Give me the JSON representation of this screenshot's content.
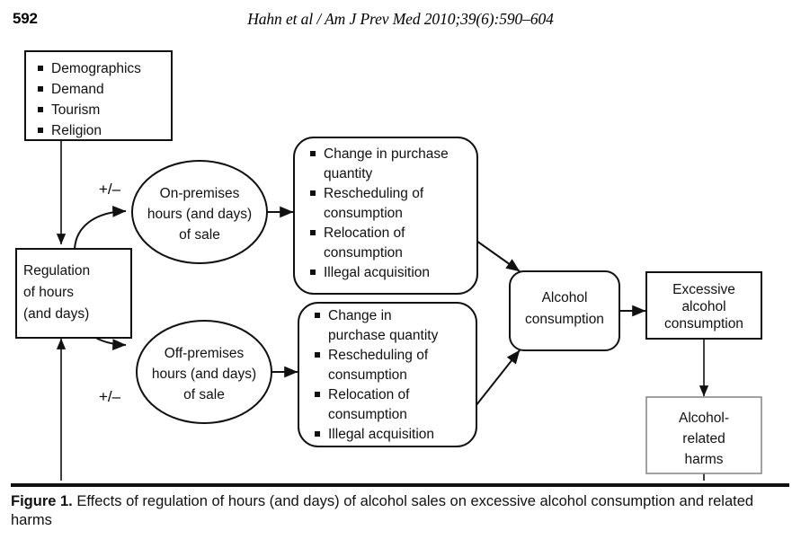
{
  "header": {
    "page_number": "592",
    "citation": "Hahn et al / Am J Prev Med 2010;39(6):590–604"
  },
  "caption": {
    "label": "Figure 1.",
    "text": "Effects of regulation of hours (and days) of alcohol sales on excessive alcohol consumption and related harms"
  },
  "diagram": {
    "nodes": {
      "determinants": {
        "shape": "rectangle",
        "items": [
          "Demographics",
          "Demand",
          "Tourism",
          "Religion"
        ]
      },
      "regulation": {
        "shape": "rectangle",
        "lines": [
          "Regulation",
          "of hours",
          "(and days)"
        ]
      },
      "on_premises": {
        "shape": "ellipse",
        "lines": [
          "On-premises",
          "hours (and days)",
          "of sale"
        ]
      },
      "off_premises": {
        "shape": "ellipse",
        "lines": [
          "Off-premises",
          "hours (and days)",
          "of sale"
        ]
      },
      "on_premises_effects": {
        "shape": "rounded-rectangle",
        "items": [
          [
            "Change in purchase",
            "quantity"
          ],
          [
            "Rescheduling of",
            "consumption"
          ],
          [
            "Relocation of",
            "consumption"
          ],
          [
            "Illegal acquisition"
          ]
        ]
      },
      "off_premises_effects": {
        "shape": "rounded-rectangle",
        "items": [
          [
            "Change in",
            "purchase quantity"
          ],
          [
            "Rescheduling of",
            "consumption"
          ],
          [
            "Relocation of",
            "consumption"
          ],
          [
            "Illegal acquisition"
          ]
        ]
      },
      "alcohol_consumption": {
        "shape": "rounded-rectangle",
        "lines": [
          "Alcohol",
          "consumption"
        ]
      },
      "excessive_alcohol_consumption": {
        "shape": "rectangle",
        "lines": [
          "Excessive",
          "alcohol",
          "consumption"
        ]
      },
      "alcohol_related_harms": {
        "shape": "rectangle",
        "lines": [
          "Alcohol-",
          "related",
          "harms"
        ]
      }
    },
    "edge_labels": {
      "on_premises_sign": "+/–",
      "off_premises_sign": "+/–"
    },
    "colors": {
      "stroke": "#111111",
      "light_stroke": "#8a8a8a",
      "fill": "#ffffff",
      "text": "#111111"
    }
  }
}
